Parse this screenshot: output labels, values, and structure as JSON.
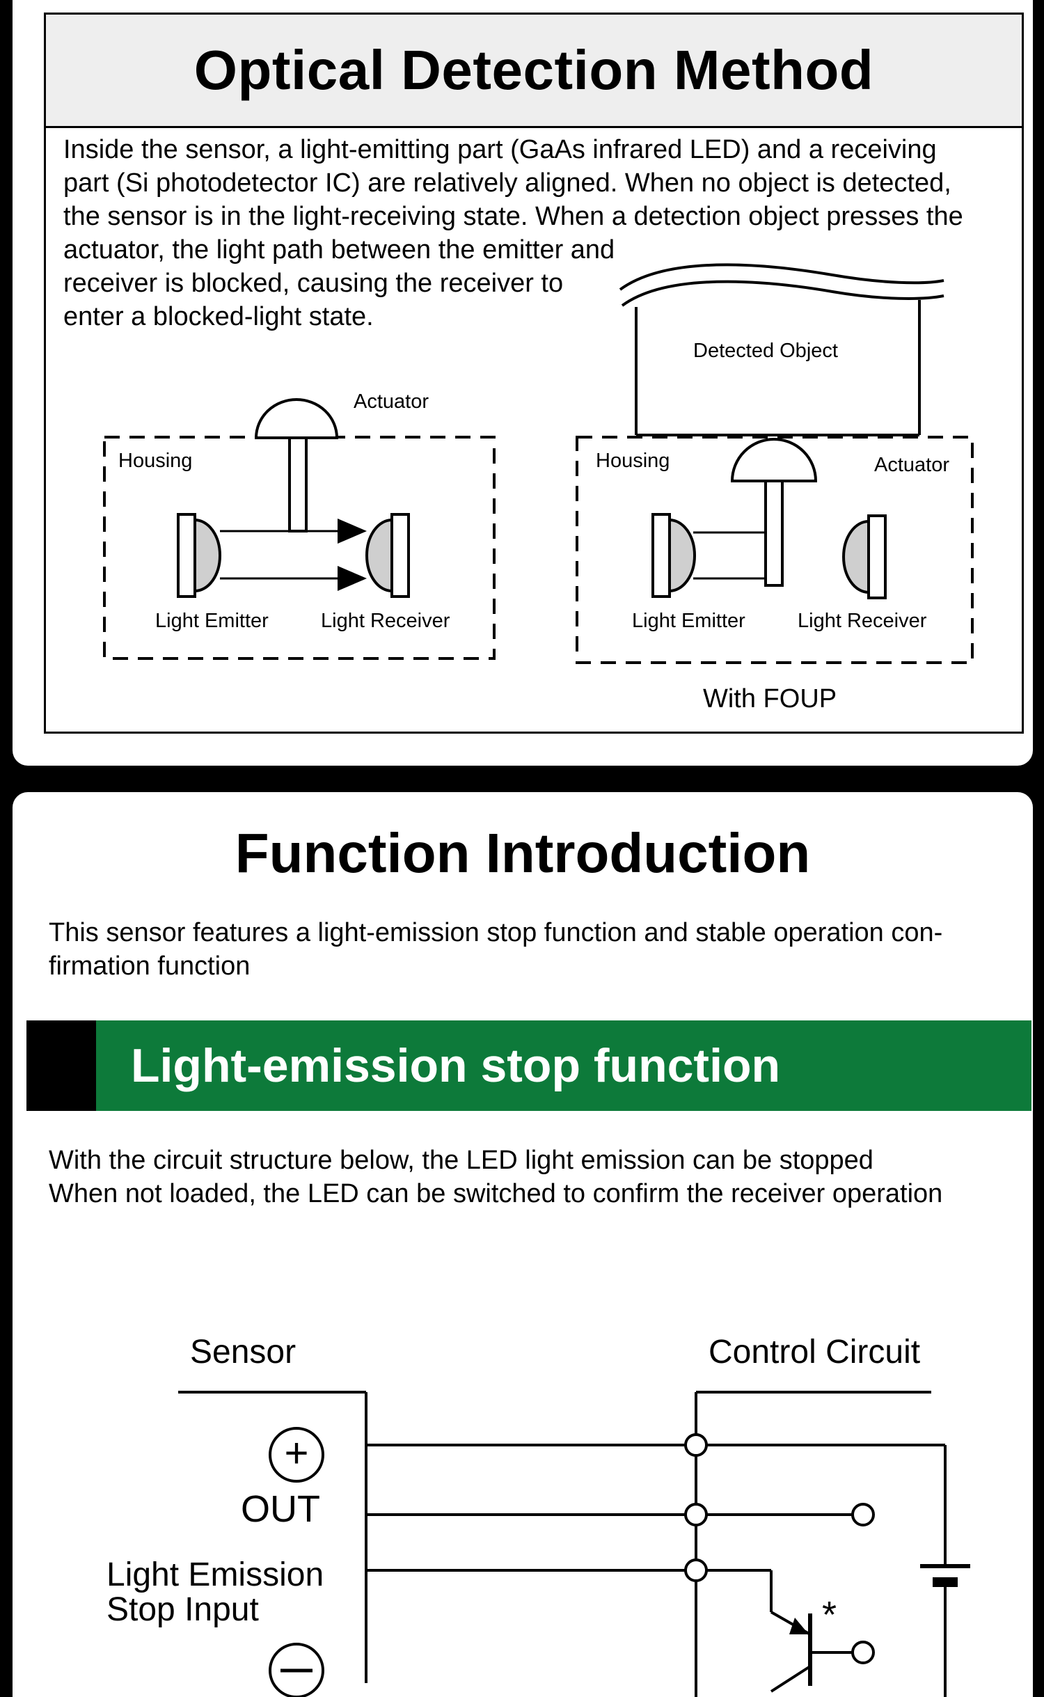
{
  "optical": {
    "title": "Optical Detection Method",
    "description": "Inside the sensor, a light-emitting part (GaAs infrared LED) and a receiving part (Si photodetector IC) are relatively aligned. When no object is detected, the sensor is in the light-receiving state. When a detection object presses the actuator, the light path between the emitter and receiver is blocked, causing the receiver to enter a blocked-light state.",
    "description_lines": [
      "Inside the sensor, a light-emitting part (GaAs infrared LED) and a receiving",
      "part (Si photodetector IC) are relatively aligned. When no object is detected,",
      "the sensor is in the light-receiving state. When a detection object presses the",
      "actuator, the light path between the emitter and",
      "receiver is blocked, causing the receiver to",
      "enter a blocked-light state."
    ],
    "diagram_left": {
      "actuator_label": "Actuator",
      "housing_label": "Housing",
      "emitter_label": "Light Emitter",
      "receiver_label": "Light Receiver"
    },
    "diagram_right": {
      "object_label": "Detected Object",
      "housing_label": "Housing",
      "actuator_label": "Actuator",
      "emitter_label": "Light Emitter",
      "receiver_label": "Light Receiver",
      "caption": "With FOUP"
    }
  },
  "function": {
    "title": "Function Introduction",
    "intro_lines": [
      "This sensor features a light-emission stop function and stable operation con-",
      "firmation function"
    ],
    "bar_title": "Light-emission stop function",
    "bar_color": "#0d7a3a",
    "desc_lines": [
      "With the circuit structure below, the LED light emission can be stopped",
      "When not loaded, the LED can be switched to confirm the receiver operation"
    ],
    "circuit": {
      "sensor_label": "Sensor",
      "control_label": "Control Circuit",
      "plus_symbol": "+",
      "out_label": "OUT",
      "stop_input_label_1": "Light Emission",
      "stop_input_label_2": "Stop Input",
      "minus_symbol": "−",
      "asterisk": "*"
    }
  }
}
